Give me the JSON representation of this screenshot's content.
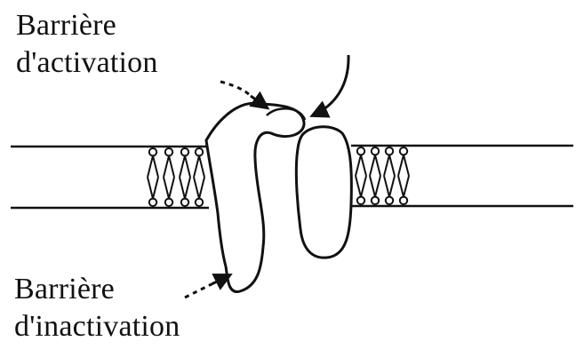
{
  "labels": {
    "activation_gate": {
      "line1": "Barrière",
      "line2": "d'activation"
    },
    "inactivation_gate": {
      "line1": "Barrière",
      "line2": "d'inactivation"
    }
  },
  "colors": {
    "stroke": "#111111",
    "background": "#ffffff"
  }
}
